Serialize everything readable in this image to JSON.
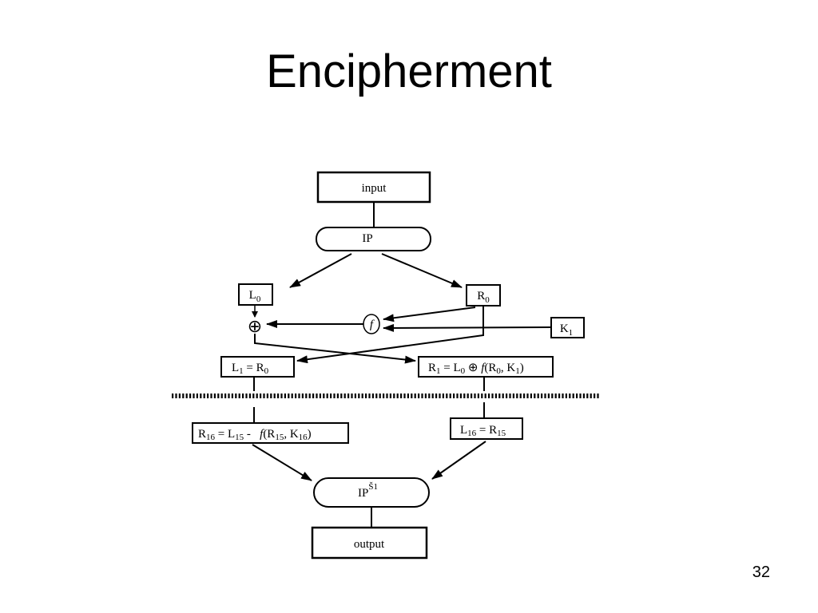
{
  "slide": {
    "title": "Encipherment",
    "page_number": "32"
  },
  "diagram": {
    "input_label": "input",
    "ip_label": "IP",
    "l0": {
      "base": "L",
      "sub": "0"
    },
    "r0": {
      "base": "R",
      "sub": "0"
    },
    "f_label": "f",
    "xor_symbol": "⊕",
    "k1": {
      "base": "K",
      "sub": "1"
    },
    "l1_eq": {
      "p1": "L",
      "p1sub": "1",
      "p2": " = R",
      "p2sub": "0"
    },
    "r1_eq": {
      "p1": "R",
      "p1sub": "1",
      "p2": " = L",
      "p2sub": "0",
      "p3": " ⊕ ",
      "p4": "f",
      "p5": "(R",
      "p5sub": "0",
      "p6": ", K",
      "p6sub": "1",
      "p7": ")"
    },
    "r16_eq": {
      "p1": "R",
      "p1sub": "16",
      "p2": " = L",
      "p2sub": "15",
      "p3": " -   ",
      "p4": "f",
      "p5": "(R",
      "p5sub": "15",
      "p6": ", K",
      "p6sub": "16",
      "p7": ")"
    },
    "l16_eq": {
      "p1": "L",
      "p1sub": "16",
      "p2": " = R",
      "p2sub": "15"
    },
    "ip_inv": {
      "base": "IP",
      "sup": "Š1"
    },
    "output_label": "output"
  }
}
